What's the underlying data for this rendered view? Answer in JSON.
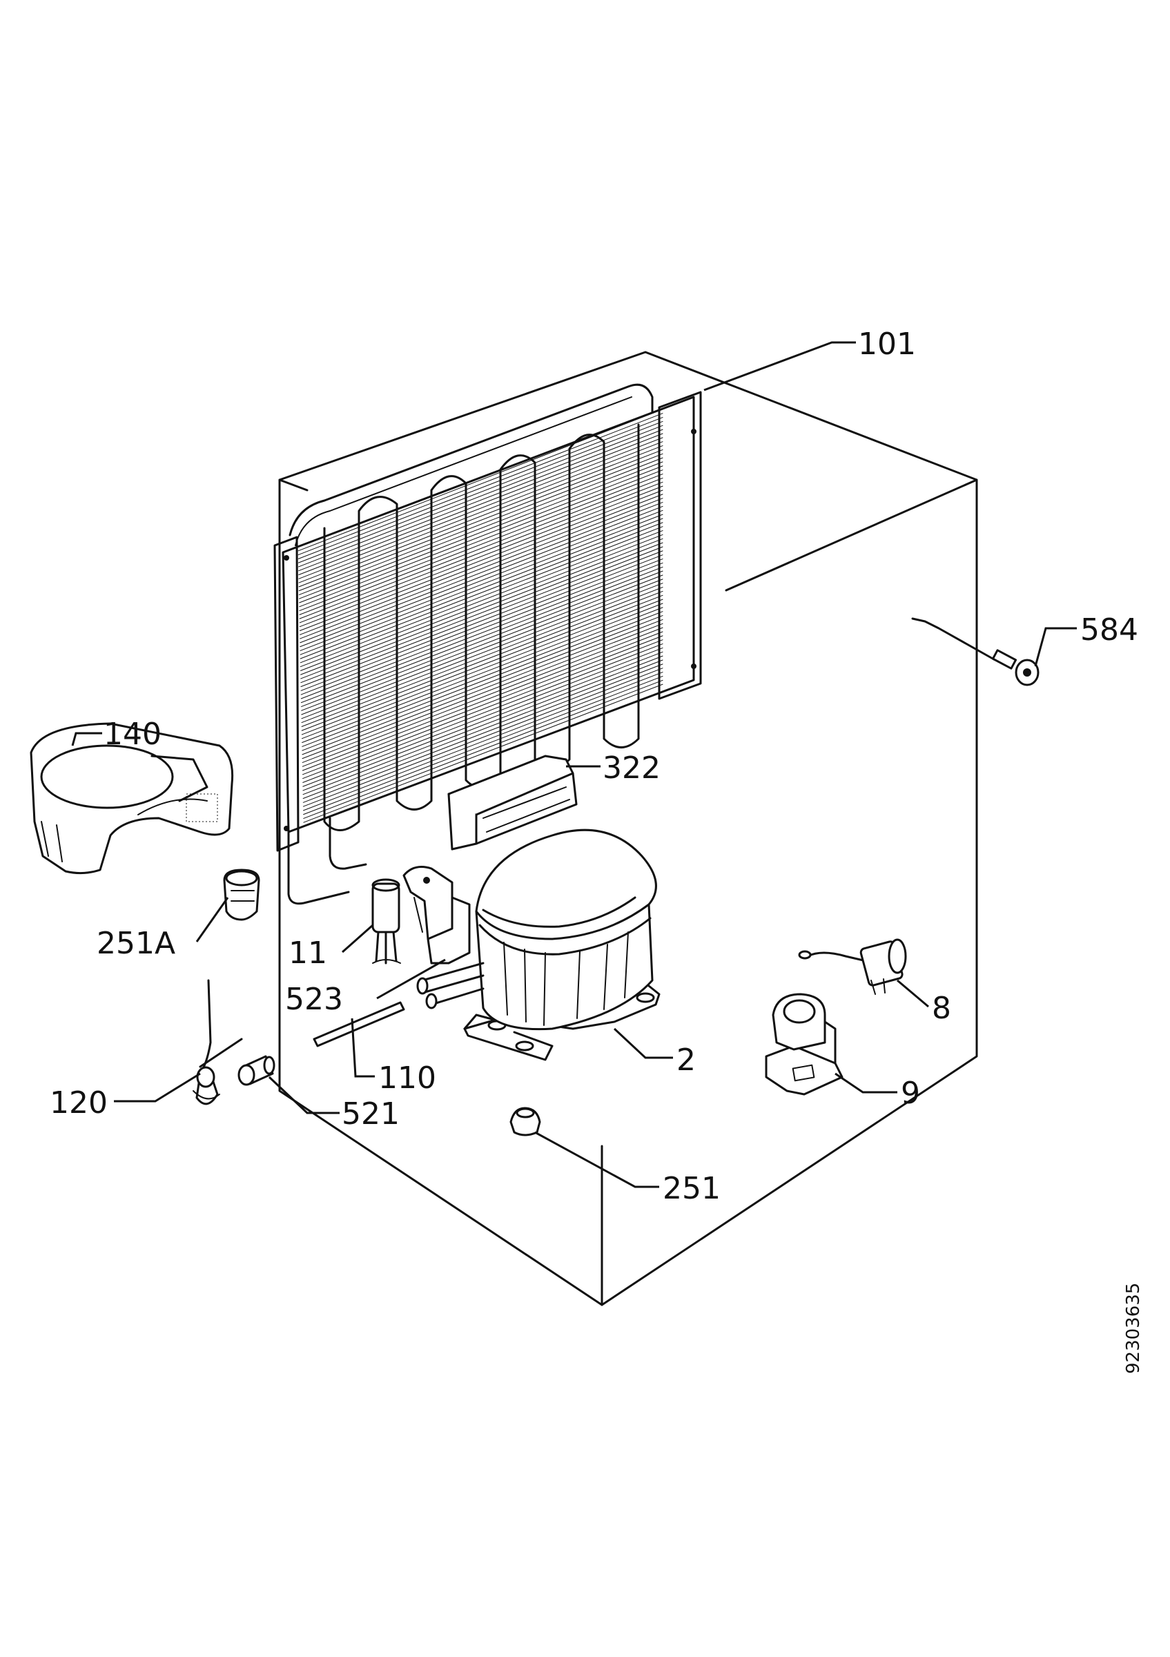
{
  "diagram": {
    "labels": {
      "p101": "101",
      "p584": "584",
      "p140": "140",
      "p322": "322",
      "p251A": "251A",
      "p11": "11",
      "p523": "523",
      "p8": "8",
      "p110": "110",
      "p2": "2",
      "p9": "9",
      "p120": "120",
      "p521": "521",
      "p251": "251"
    },
    "drawing_code": "92303635"
  }
}
